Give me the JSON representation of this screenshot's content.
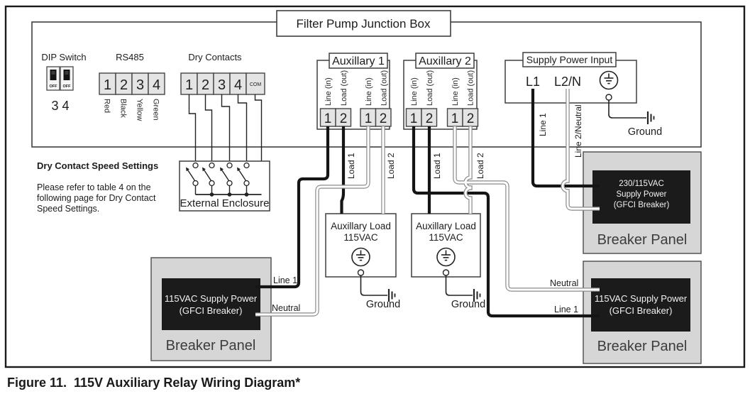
{
  "figure": {
    "caption_prefix": "Figure 11.",
    "caption_title": "115V Auxiliary Relay Wiring Diagram*"
  },
  "junction_box": {
    "title": "Filter Pump Junction Box",
    "dip_switch": {
      "label": "DIP Switch",
      "switch1_state": "OFF",
      "switch2_state": "OFF",
      "numbers": "3 4"
    },
    "rs485": {
      "label": "RS485",
      "terminals": [
        "1",
        "2",
        "3",
        "4"
      ],
      "wire_colors": [
        "Red",
        "Black",
        "Yellow",
        "Green"
      ]
    },
    "dry_contacts": {
      "label": "Dry Contacts",
      "terminals": [
        "1",
        "2",
        "3",
        "4",
        "COM"
      ]
    },
    "aux1": {
      "title": "Auxillary 1",
      "terminals": [
        "1",
        "2",
        "1",
        "2"
      ],
      "terminal_labels": [
        "Line (in)",
        "Load (out)",
        "Line (in)",
        "Load (out)"
      ]
    },
    "aux2": {
      "title": "Auxillary 2",
      "terminals": [
        "1",
        "2",
        "1",
        "2"
      ],
      "terminal_labels": [
        "Line (in)",
        "Load (out)",
        "Line (in)",
        "Load (out)"
      ]
    },
    "supply": {
      "title": "Supply Power Input",
      "l1": "L1",
      "l2n": "L2/N",
      "ground_label": "Ground"
    }
  },
  "notes": {
    "heading": "Dry Contact Speed Settings",
    "line1": "Please refer to table 4 on the",
    "line2": "following page for Dry Contact",
    "line3": "Speed Settings."
  },
  "external_enclosure": {
    "label": "External Enclosure"
  },
  "wire_labels": {
    "supply_line1": "Line 1",
    "supply_line2_neutral": "Line 2/Neutral",
    "aux1_load1": "Load 1",
    "aux1_load2": "Load 2",
    "aux2_load1": "Load 1",
    "aux2_load2": "Load 2",
    "left_line1": "Line 1",
    "left_neutral": "Neutral",
    "right_neutral": "Neutral",
    "right_line1": "Line 1"
  },
  "loads": {
    "aux1": {
      "name": "Auxillary Load",
      "voltage": "115VAC",
      "ground": "Ground"
    },
    "aux2": {
      "name": "Auxillary Load",
      "voltage": "115VAC",
      "ground": "Ground"
    }
  },
  "panels": {
    "top_right": {
      "breaker_line1": "230/115VAC",
      "breaker_line2": "Supply Power",
      "breaker_line3": "(GFCI Breaker)",
      "label": "Breaker Panel"
    },
    "bottom_left": {
      "breaker_line1": "115VAC Supply Power",
      "breaker_line2": "(GFCI Breaker)",
      "label": "Breaker Panel"
    },
    "bottom_right": {
      "breaker_line1": "115VAC Supply Power",
      "breaker_line2": "(GFCI Breaker)",
      "label": "Breaker Panel"
    }
  },
  "colors": {
    "wire_black": "#151515",
    "wire_white_outline": "#8a8a8a",
    "panel_gray": "#d6d6d6",
    "breaker_black": "#1b1b1b",
    "terminal_fill": "#e4e4e4",
    "border": "#3f3f3f"
  }
}
